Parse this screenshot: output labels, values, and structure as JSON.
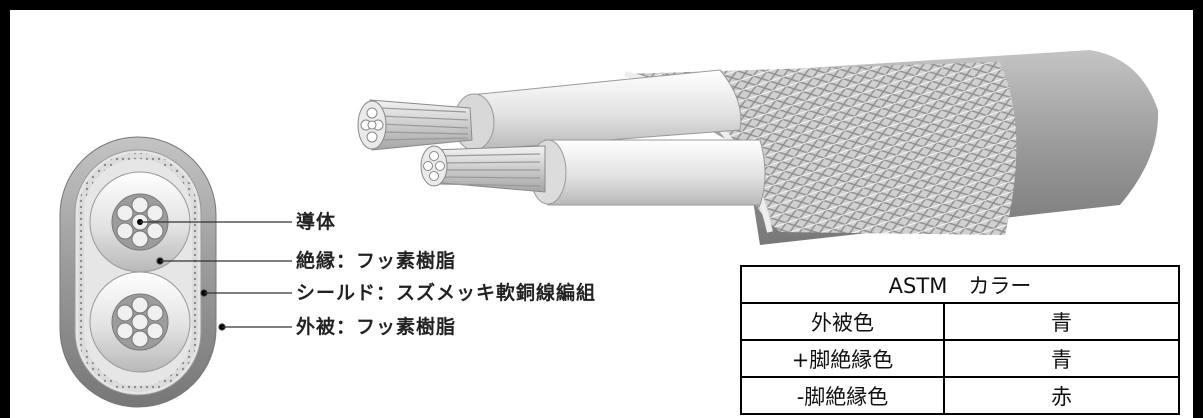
{
  "labels": {
    "conductor": "導体",
    "insulation": "絶縁：フッ素樹脂",
    "shield": "シールド：スズメッキ軟銅線編組",
    "jacket": "外被：フッ素樹脂"
  },
  "table": {
    "header": "ASTM　カラー",
    "rows": [
      {
        "key": "外被色",
        "value": "青"
      },
      {
        "key": "+脚絶縁色",
        "value": "青"
      },
      {
        "key": "-脚絶縁色",
        "value": "赤"
      }
    ]
  },
  "colors": {
    "frame": "#000000",
    "jacket": "#9b9b9b",
    "insulation": "#e6e6e6",
    "braid": "#c8c8c8",
    "text": "#222222"
  }
}
